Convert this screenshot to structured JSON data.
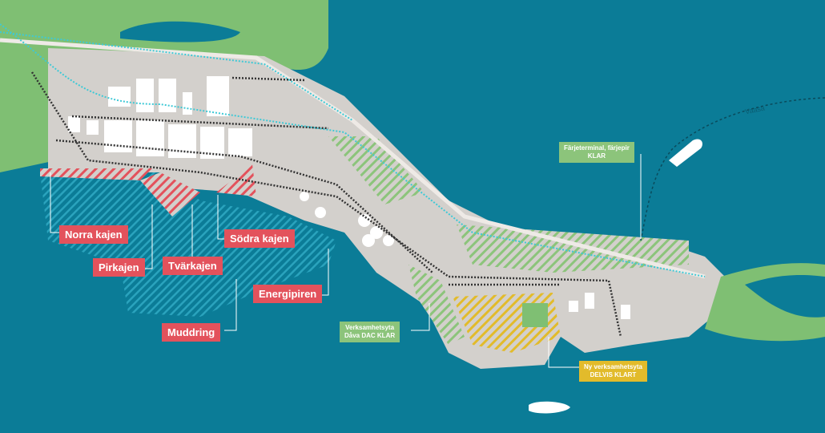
{
  "colors": {
    "water": "#0b7c97",
    "land_green": "#7fbf73",
    "land_gray": "#d3d0cc",
    "label_red": "#e3525c",
    "label_green": "#8cc47b",
    "label_yellow": "#e2bb2b"
  },
  "route_label": "Vaasa",
  "labels": {
    "norra_kajen": "Norra kajen",
    "pirkajen": "Pirkajen",
    "tvarkajen": "Tvärkajen",
    "sodra_kajen": "Södra kajen",
    "energipiren": "Energipiren",
    "muddring": "Muddring",
    "farjeterminal_line1": "Färjeterminal, färjepir",
    "farjeterminal_line2": "KLAR",
    "verksamhetsyta_line1": "Verksamhetsyta",
    "verksamhetsyta_line2": "Dåva DAC KLAR",
    "ny_verksamhetsyta_line1": "Ny verksamhetsyta",
    "ny_verksamhetsyta_line2": "DELVIS KLART"
  }
}
